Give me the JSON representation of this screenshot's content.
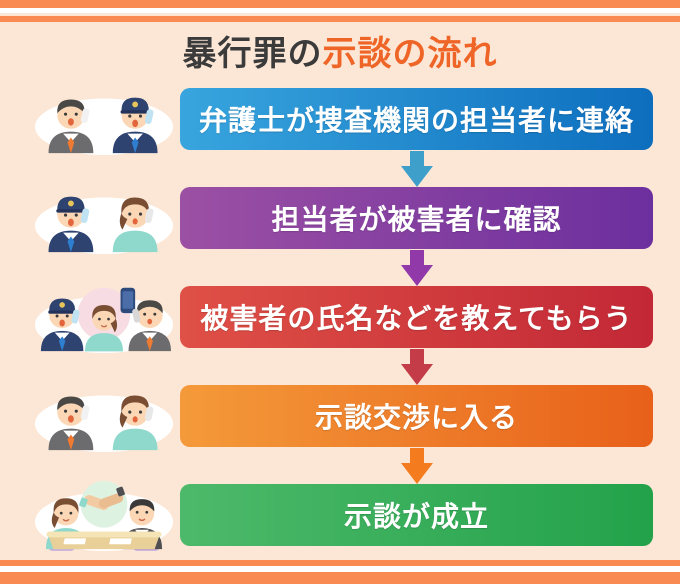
{
  "page": {
    "background": "#FCE7D6",
    "border_color": "#F98B52",
    "border_stripe_white": "#FFFFFF"
  },
  "title": {
    "text_dark": "暴行罪の",
    "text_accent": "示談の流れ",
    "dark_color": "#3B3B3B",
    "accent_color": "#EE6527"
  },
  "steps": [
    {
      "label": "弁護士が捜査機関の担当者に連絡",
      "gradient_start": "#38A5DE",
      "gradient_end": "#0D6EBE",
      "text_color": "#FFFFFF",
      "illustration": "lawyer-and-police-officer-on-phone",
      "arrow_color": "#3E9FCB"
    },
    {
      "label": "担当者が被害者に確認",
      "gradient_start": "#9C50A4",
      "gradient_end": "#6C2F9E",
      "text_color": "#FFFFFF",
      "illustration": "police-officer-and-victim-on-phone",
      "arrow_color": "#9239A9"
    },
    {
      "label": "被害者の氏名などを教えてもらう",
      "gradient_start": "#DF5046",
      "gradient_end": "#C22836",
      "text_color": "#FFFFFF",
      "illustration": "police-officer-victim-and-lawyer-on-phone",
      "arrow_color": "#C43C47"
    },
    {
      "label": "示談交渉に入る",
      "gradient_start": "#F49A3A",
      "gradient_end": "#E8601A",
      "text_color": "#FFFFFF",
      "illustration": "lawyer-and-victim-on-phone",
      "arrow_color": "#F57B1F"
    },
    {
      "label": "示談が成立",
      "gradient_start": "#4DB96A",
      "gradient_end": "#23A24A",
      "text_color": "#FFFFFF",
      "illustration": "handshake-agreement-at-table",
      "arrow_color": null
    }
  ]
}
